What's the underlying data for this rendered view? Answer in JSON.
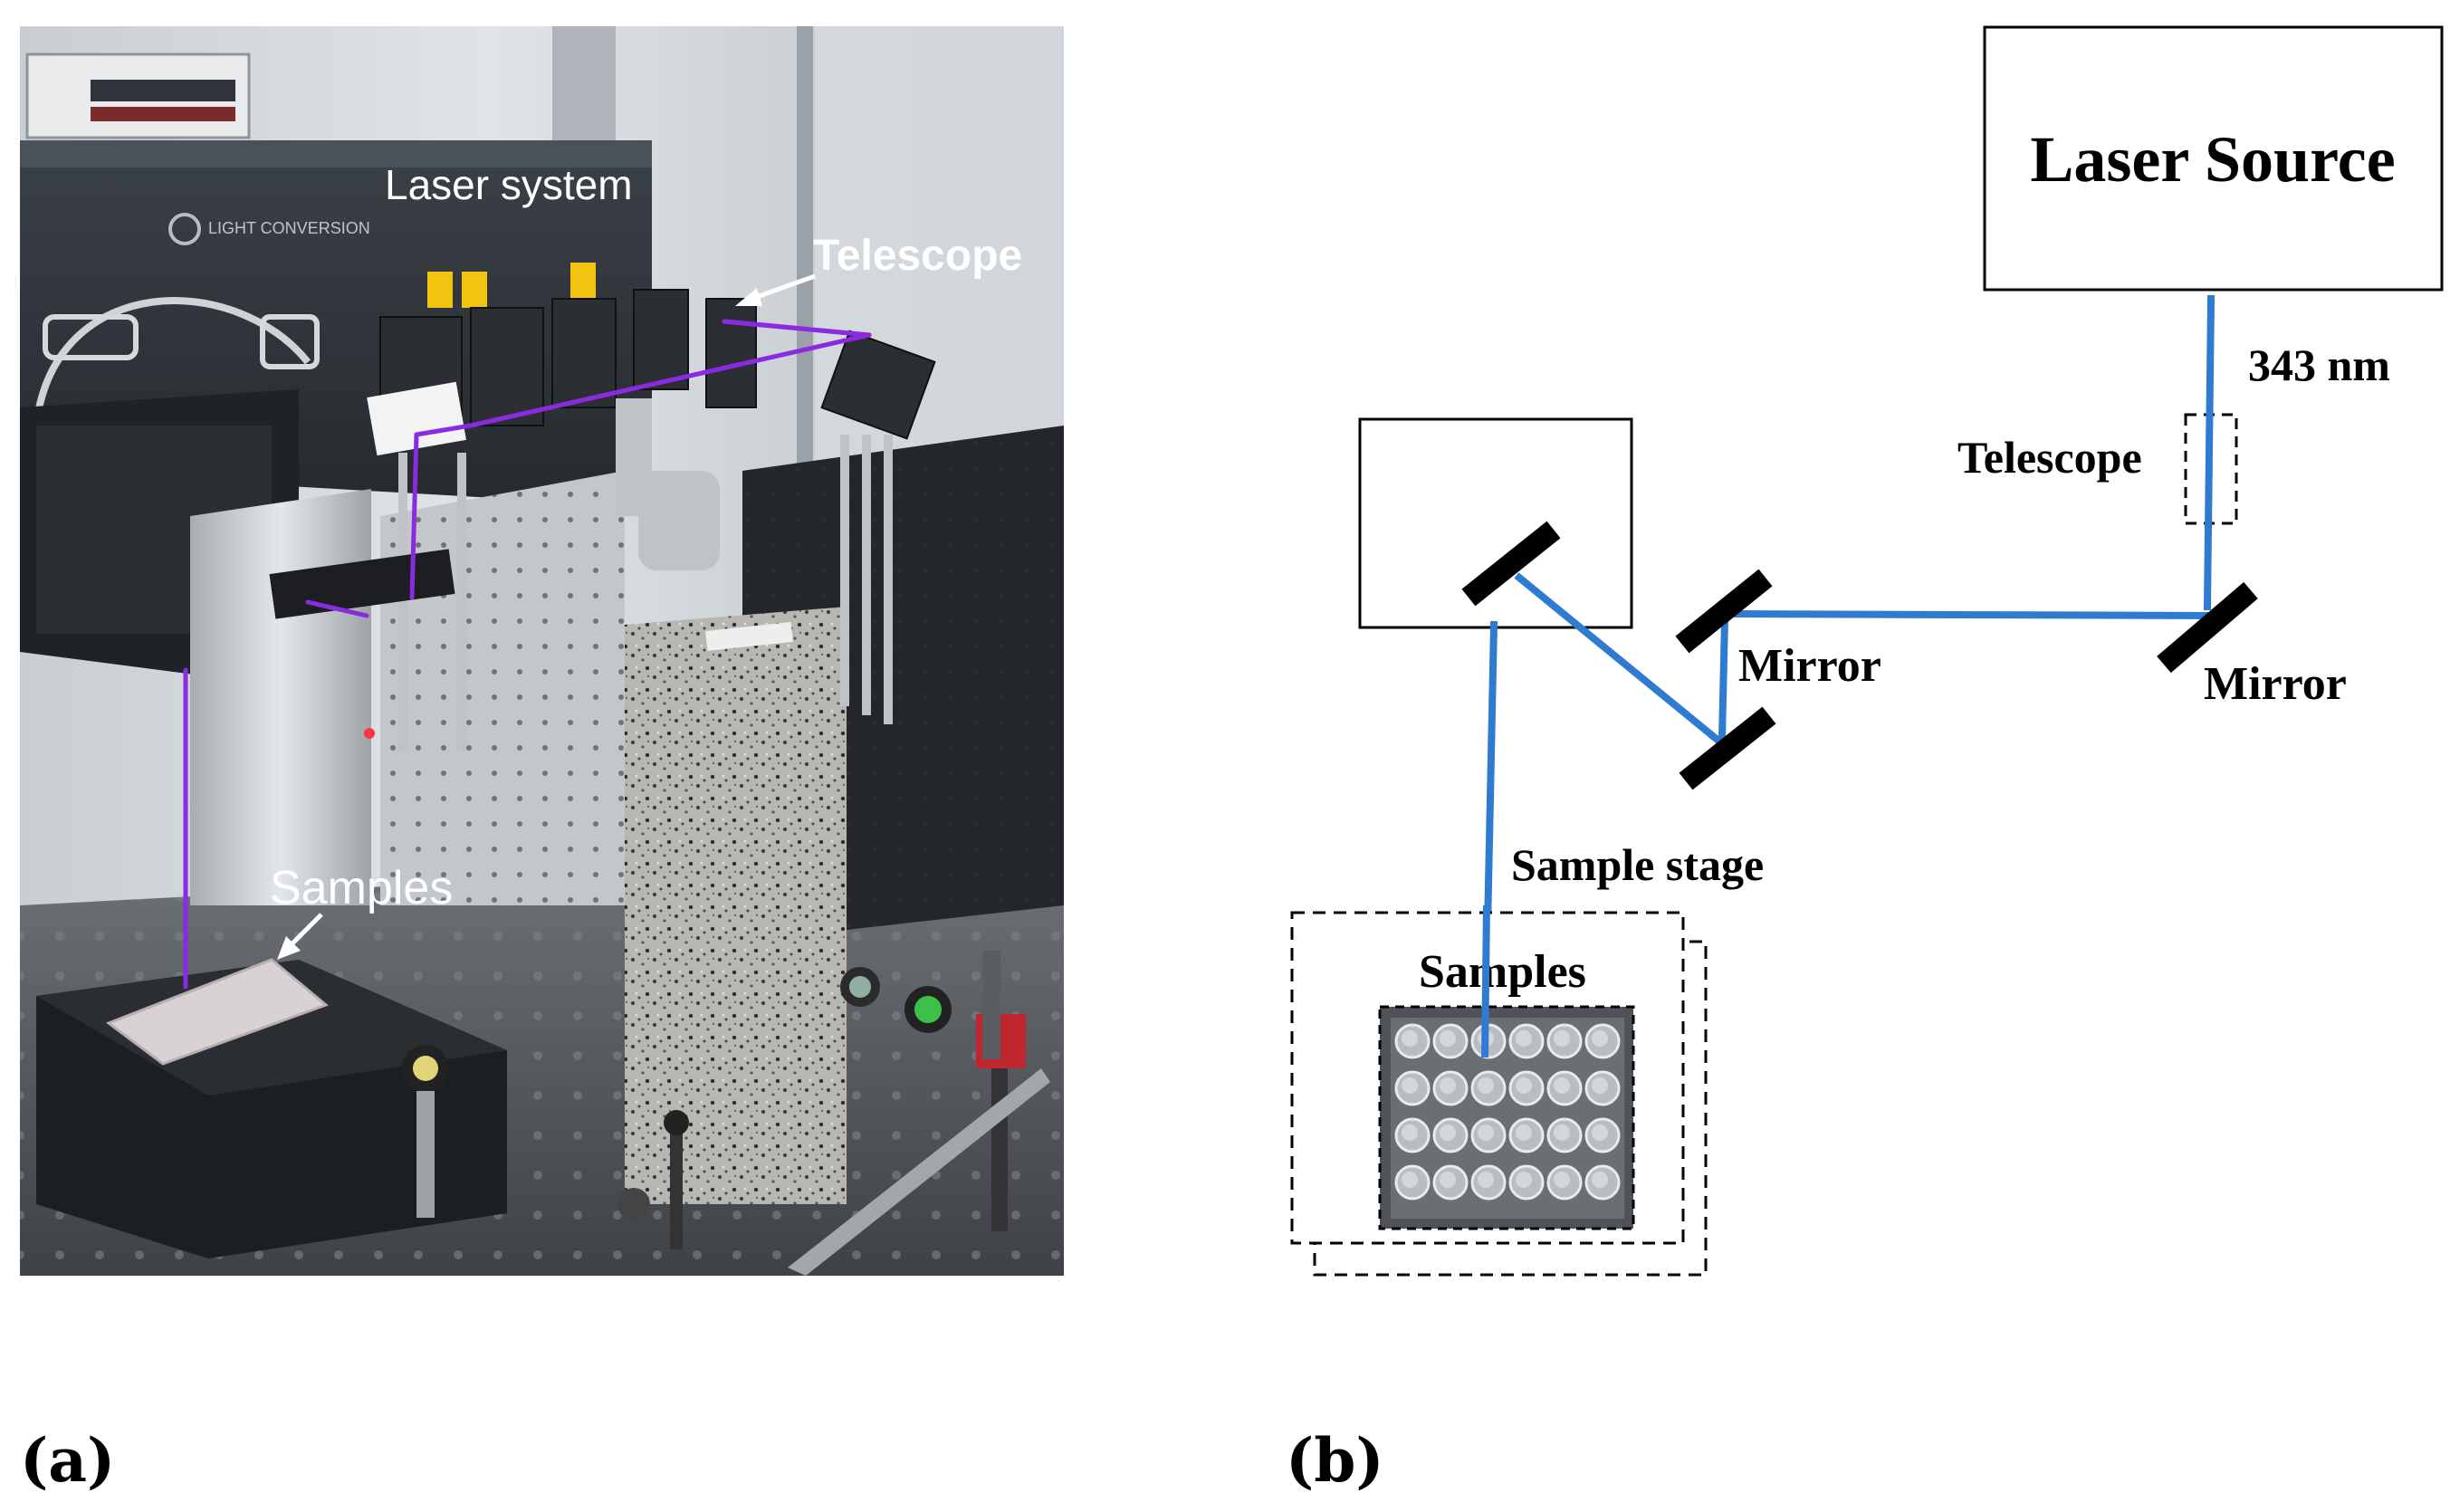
{
  "panel_a": {
    "label": "(a)",
    "photo_labels": {
      "brand": "LIGHT CONVERSION",
      "laser_system": "Laser system",
      "telescope": "Telescope",
      "samples": "Samples"
    }
  },
  "panel_b": {
    "label": "(b)",
    "laser_source": "Laser Source",
    "wavelength": "343 nm",
    "telescope": "Telescope",
    "mirror_1": "Mirror",
    "mirror_2": "Mirror",
    "sample_stage": "Sample stage",
    "samples": "Samples"
  },
  "colors": {
    "beam_photo": "#8a2be2",
    "beam_diagram": "#2f7bd1",
    "mirror": "#000000"
  },
  "icons": {
    "beam_photo": "laser-beam-line",
    "arrow": "white-arrow",
    "mirror": "mirror-bar",
    "well_plate": "multi-well-plate"
  }
}
